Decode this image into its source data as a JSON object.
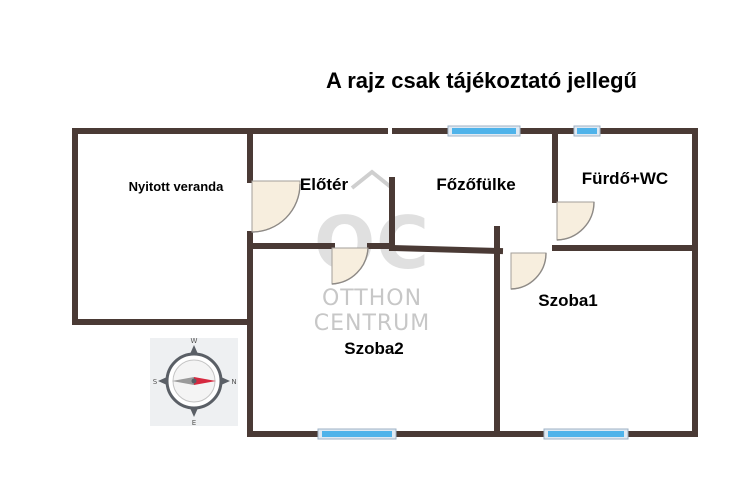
{
  "notice": "A rajz csak tájékoztató jellegű",
  "rooms": {
    "veranda": "Nyitott veranda",
    "eloter": "Előtér",
    "fozofulke": "Főzőfülke",
    "furdo": "Fürdő+WC",
    "szoba1": "Szoba1",
    "szoba2": "Szoba2"
  },
  "watermark": {
    "monogram": "OC",
    "line1": "OTTHON",
    "line2": "CENTRUM"
  },
  "compass": {
    "north": "N",
    "south": "S",
    "west": "W",
    "east": "E"
  },
  "colors": {
    "wall": "#4a3a35",
    "window": "#4fb3ea",
    "needle_north": "#d6293f",
    "needle_south": "#9a9a9a"
  }
}
